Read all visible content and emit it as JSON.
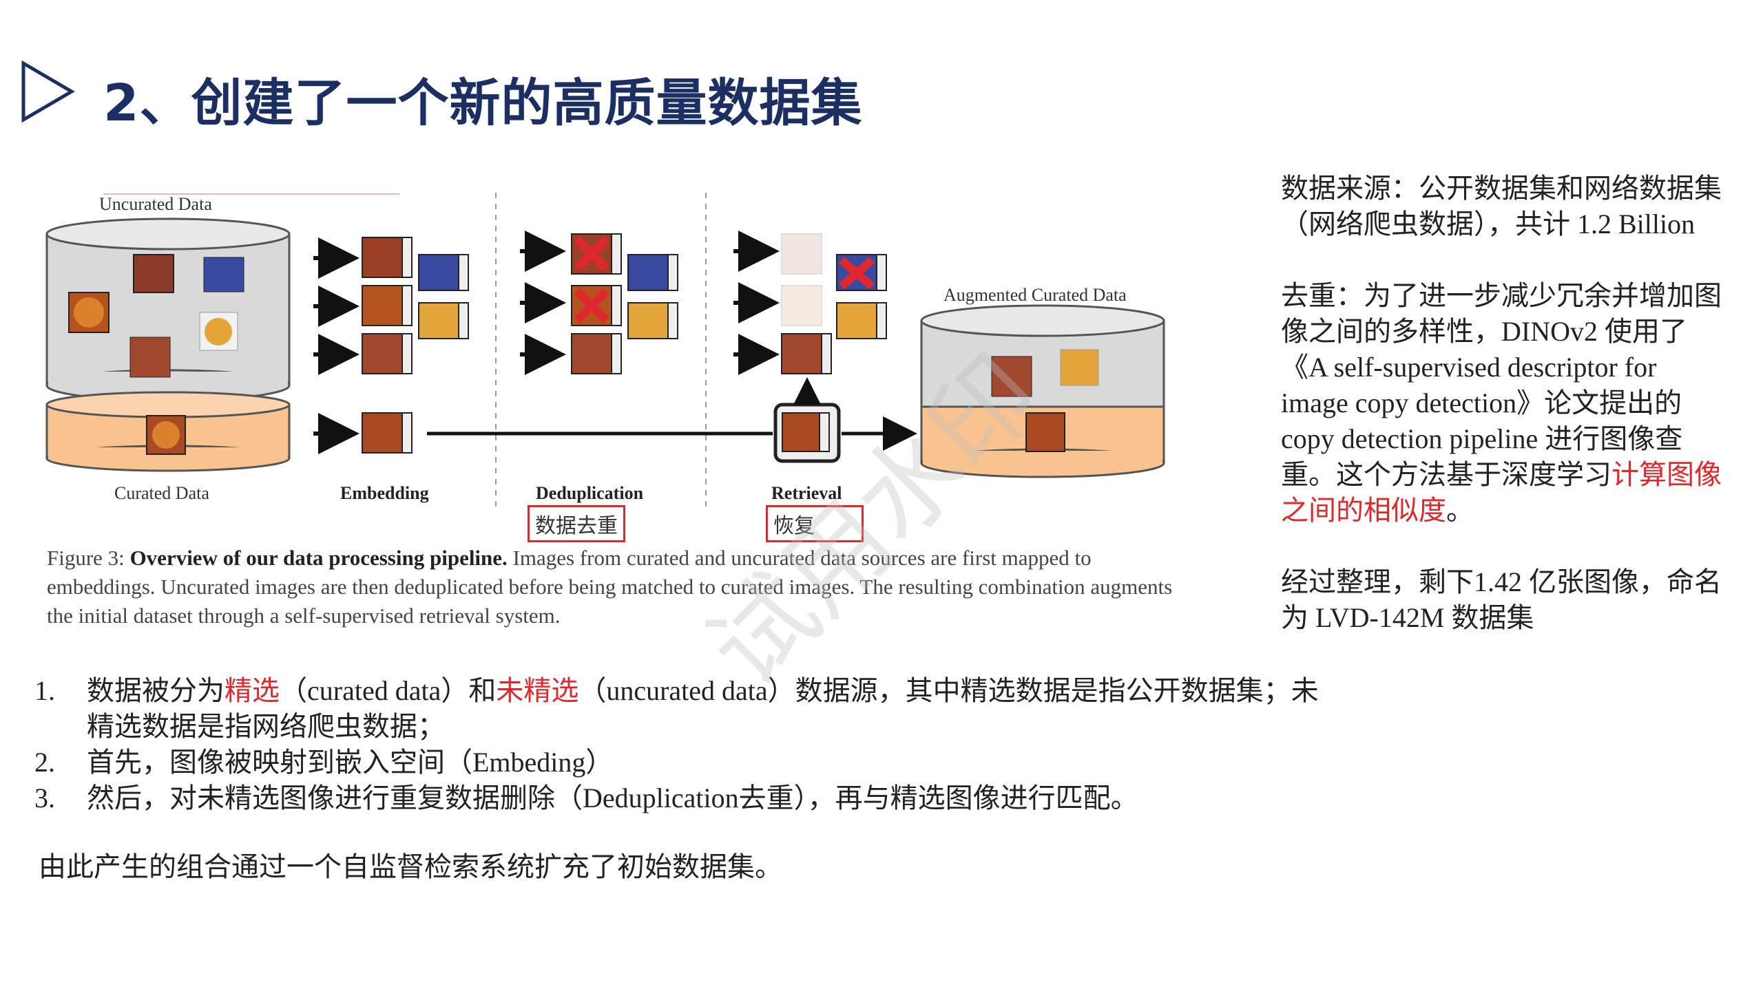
{
  "slide": {
    "title": "2、创建了一个新的高质量数据集",
    "watermark": "试用水印"
  },
  "figure": {
    "labels": {
      "uncurated": "Uncurated Data",
      "curated": "Curated Data",
      "embedding": "Embedding",
      "deduplication": "Deduplication",
      "retrieval": "Retrieval",
      "augmented": "Augmented Curated Data"
    },
    "stamps": {
      "dedup": "数据去重",
      "retrieval": "恢复"
    },
    "caption": {
      "prefix": "Figure 3: ",
      "bold": "Overview of our data processing pipeline.",
      "text": " Images from curated and uncurated data sources are first mapped to embeddings. Uncurated images are then deduplicated before being matched to curated images. The resulting combination augments the initial dataset through a self-supervised retrieval system."
    }
  },
  "right_column": {
    "source": "数据来源：公开数据集和网络数据集（网络爬虫数据），共计 1.2 Billion",
    "dedup_intro": "去重：为了进一步减少冗余并增加图像之间的多样性，DINOv2 使用了《A self-supervised descriptor for image copy detection》论文提出的copy detection pipeline 进行图像查重。这个方法基于深度学习",
    "dedup_red": "计算图像之间的相似度",
    "dedup_end": "。",
    "result": "经过整理，剩下1.42 亿张图像，命名为 LVD-142M 数据集"
  },
  "list": [
    {
      "num": "1.",
      "parts": [
        {
          "t": "数据被分为",
          "red": false
        },
        {
          "t": "精选",
          "red": true
        },
        {
          "t": "（curated data）和",
          "red": false
        },
        {
          "t": "未精选",
          "red": true
        },
        {
          "t": "（uncurated data）数据源，其中精选数据是指公开数据集；未精选数据是指网络爬虫数据；",
          "red": false
        }
      ]
    },
    {
      "num": "2.",
      "parts": [
        {
          "t": "首先，图像被映射到嵌入空间（Embeding）",
          "red": false
        }
      ]
    },
    {
      "num": "3.",
      "parts": [
        {
          "t": "然后，对未精选图像进行重复数据删除（Deduplication去重），再与精选图像进行匹配。",
          "red": false
        }
      ]
    }
  ],
  "summary": "由此产生的组合通过一个自监督检索系统扩充了初始数据集。",
  "colors": {
    "title": "#1b2f63",
    "accent_red": "#e0282c",
    "cyl_gray": "#d9d9d9",
    "cyl_orange": "#f9c38f"
  }
}
